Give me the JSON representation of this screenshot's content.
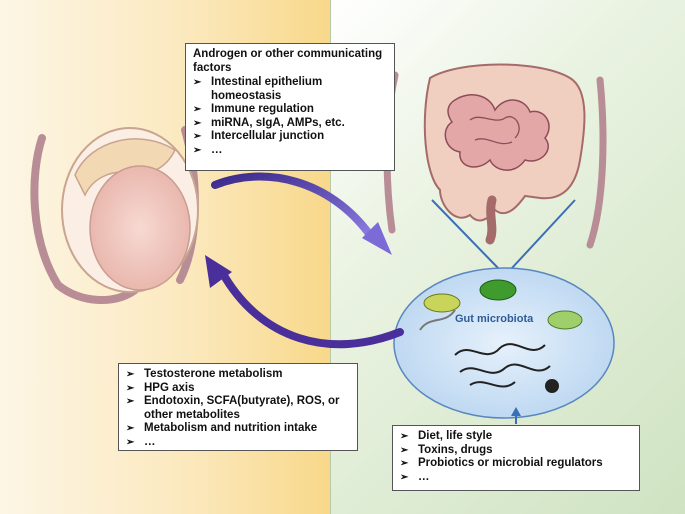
{
  "top_box": {
    "heading": "Androgen or other communicating factors",
    "items": [
      "Intestinal epithelium homeostasis",
      "Immune regulation",
      "miRNA, sIgA, AMPs, etc.",
      "Intercellular junction",
      "…"
    ]
  },
  "left_box": {
    "items": [
      "Testosterone metabolism",
      "HPG axis",
      "Endotoxin, SCFA(butyrate), ROS, or other metabolites",
      "Metabolism and nutrition intake",
      "…"
    ]
  },
  "right_box": {
    "items": [
      "Diet, life style",
      "Toxins, drugs",
      "Probiotics or microbial regulators",
      "…"
    ]
  },
  "microbiota_label": "Gut microbiota",
  "colors": {
    "left_panel": "#fbe9bf",
    "right_panel": "#cfe3c2",
    "arrow": "#5a3fb0",
    "ellipse": "#cfe3f7",
    "connector": "#3a6fb5"
  }
}
